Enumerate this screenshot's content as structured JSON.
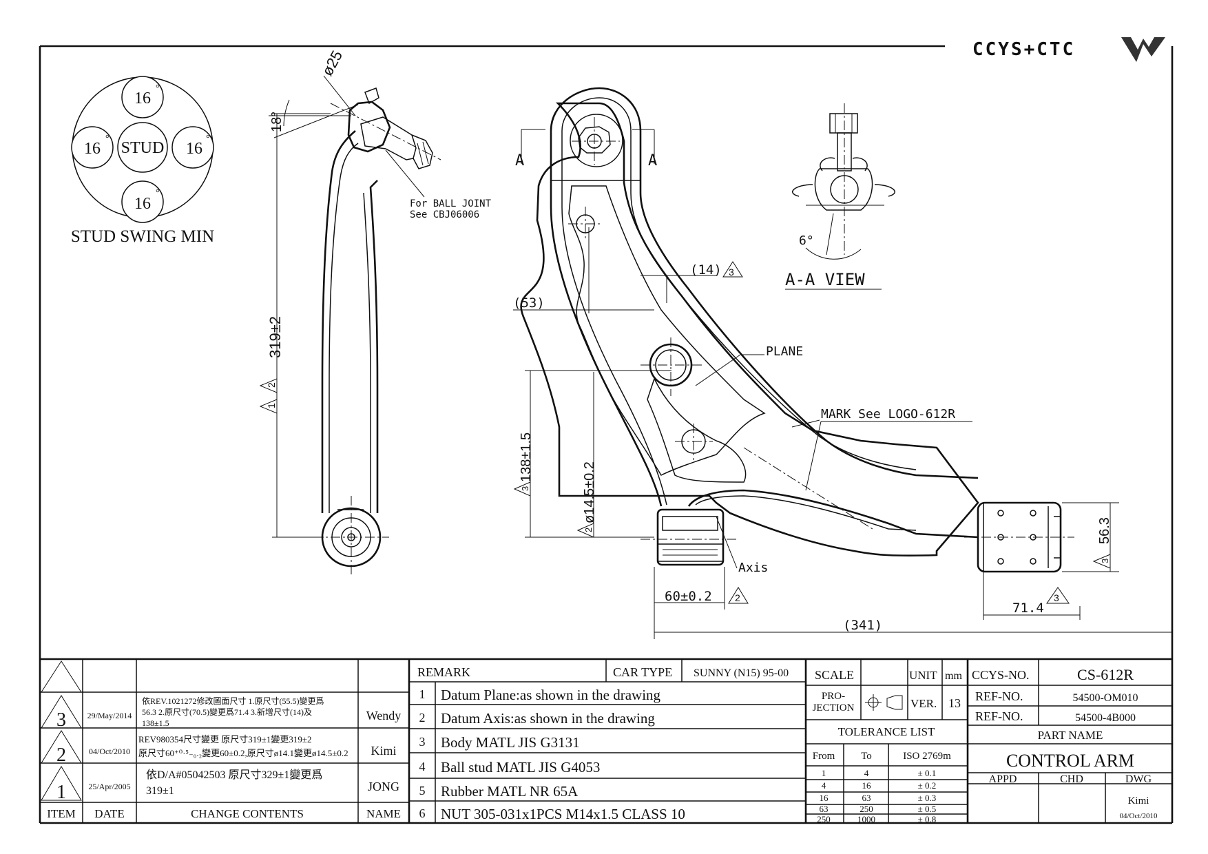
{
  "logo": {
    "text": "CCYS+CTC"
  },
  "stud_swing": {
    "center": "STUD",
    "top": "16",
    "left": "16",
    "right": "16",
    "bottom": "16",
    "degree": "°",
    "caption": "STUD SWING MIN"
  },
  "side_view": {
    "diameter": "ø25",
    "angle": "18°",
    "length": "319±2",
    "rev_a": "1",
    "rev_b": "2",
    "ball_joint_note_1": "For BALL JOINT",
    "ball_joint_note_2": "See CBJ06006"
  },
  "main_view": {
    "section_a_left": "A",
    "section_a_right": "A",
    "dim_14": "(14)",
    "dim_53": "(53)",
    "plane": "PLANE",
    "mark": "MARK See LOGO-612R",
    "dim_138": "138±1.5",
    "dim_145": "ø14.5±0.2",
    "axis": "Axis",
    "dim_60": "60±0.2",
    "dim_563": "56.3",
    "dim_714": "71.4",
    "dim_341": "(341)",
    "rev_2": "2",
    "rev_3": "3"
  },
  "section_view": {
    "title": "A-A VIEW",
    "angle": "6°"
  },
  "revisions": {
    "rows": [
      {
        "item": "3",
        "date": "29/May/2014",
        "line1": "依REV.1021272修改圖面尺寸 1.原尺寸(55.5)變更爲",
        "line2": "56.3 2.原尺寸(70.5)變更爲71.4 3.新增尺寸(14)及",
        "line3": "138±1.5",
        "name": "Wendy"
      },
      {
        "item": "2",
        "date": "04/Oct/2010",
        "line1": "REV980354尺寸變更 原尺寸319±1變更319±2",
        "line2": "原尺寸60⁺⁰·⁵₋₀.₂變更60±0.2,原尺寸ø14.1變更ø14.5±0.2",
        "line3": "",
        "name": "Kimi"
      },
      {
        "item": "1",
        "date": "25/Apr/2005",
        "line1": "依D/A#05042503 原尺寸329±1變更爲",
        "line2": "319±1",
        "line3": "",
        "name": "JONG"
      }
    ],
    "header": {
      "item": "ITEM",
      "date": "DATE",
      "contents": "CHANGE CONTENTS",
      "name": "NAME"
    }
  },
  "remarks": {
    "label": "REMARK",
    "car_type_label": "CAR TYPE",
    "car_type": "SUNNY (N15) 95-00",
    "items": [
      {
        "no": "1",
        "text": "Datum Plane:as shown in the drawing"
      },
      {
        "no": "2",
        "text": "Datum Axis:as shown in the drawing"
      },
      {
        "no": "3",
        "text": "Body MATL JIS G3131"
      },
      {
        "no": "4",
        "text": "Ball stud MATL JIS G4053"
      },
      {
        "no": "5",
        "text": "Rubber MATL NR 65A"
      },
      {
        "no": "6",
        "text": "NUT 305-031x1PCS M14x1.5 CLASS 10"
      }
    ]
  },
  "title_block": {
    "scale_label": "SCALE",
    "unit_label": "UNIT",
    "unit": "mm",
    "projection_line1": "PRO-",
    "projection_line2": "JECTION",
    "ver_label": "VER.",
    "ver": "13",
    "tolerance_label": "TOLERANCE LIST",
    "tol_header": {
      "from": "From",
      "to": "To",
      "iso": "ISO 2769m"
    },
    "tolerances": [
      {
        "from": "1",
        "to": "4",
        "tol": "± 0.1"
      },
      {
        "from": "4",
        "to": "16",
        "tol": "± 0.2"
      },
      {
        "from": "16",
        "to": "63",
        "tol": "± 0.3"
      },
      {
        "from": "63",
        "to": "250",
        "tol": "± 0.5"
      },
      {
        "from": "250",
        "to": "1000",
        "tol": "± 0.8"
      }
    ],
    "ccys_no_label": "CCYS-NO.",
    "ccys_no": "CS-612R",
    "ref1_label": "REF-NO.",
    "ref1": "54500-OM010",
    "ref2_label": "REF-NO.",
    "ref2": "54500-4B000",
    "part_name_label": "PART NAME",
    "part_name": "CONTROL ARM",
    "appd": "APPD",
    "chd": "CHD",
    "dwg": "DWG",
    "dwg_name": "Kimi",
    "dwg_date": "04/Oct/2010"
  }
}
